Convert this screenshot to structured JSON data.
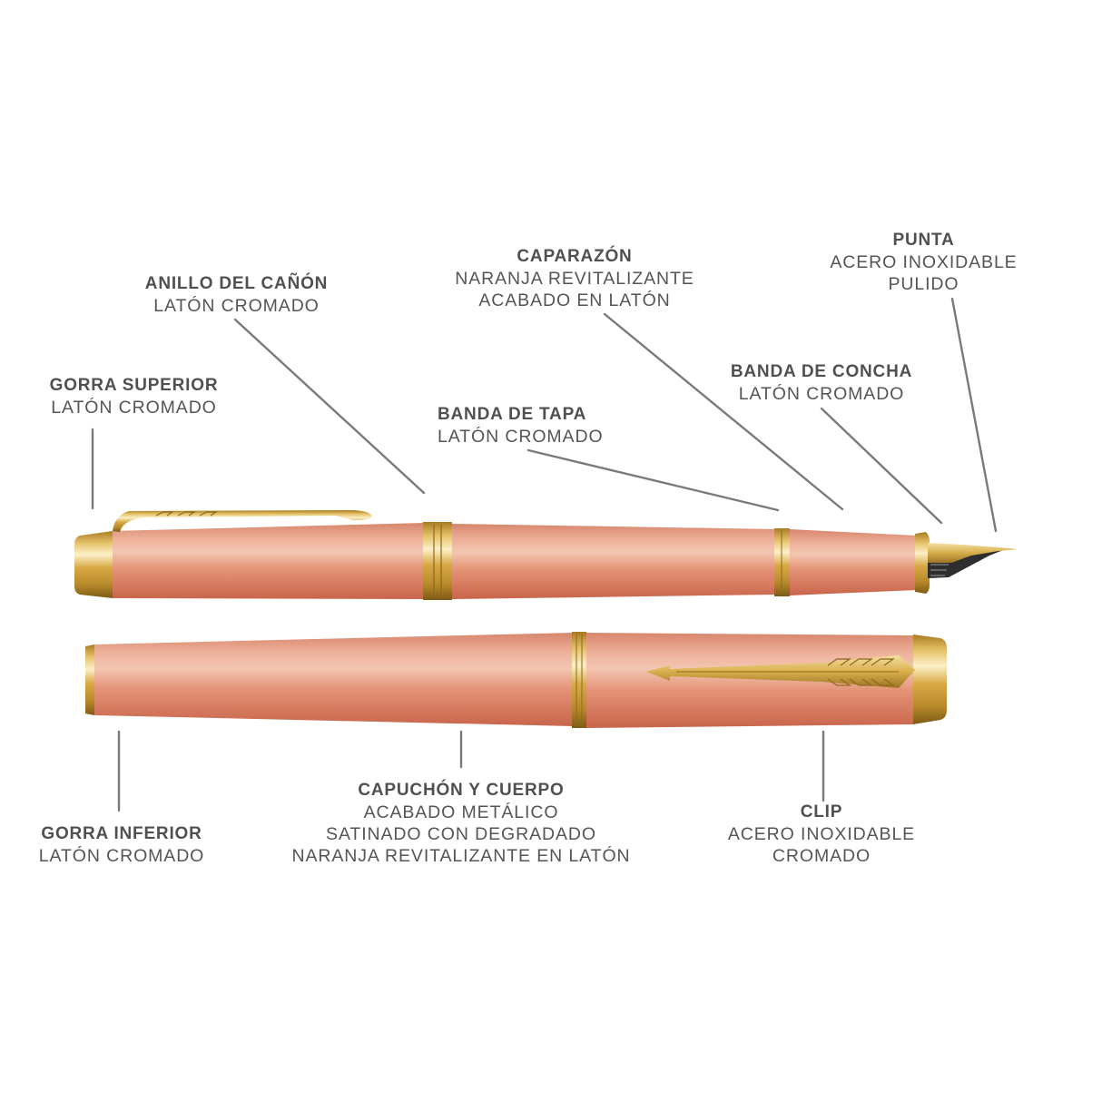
{
  "diagram": {
    "subject": "Pluma estilográfica - anatomía",
    "colors": {
      "text": "#555555",
      "leader_line": "#7a7a7a",
      "barrel": "#e0876f",
      "barrel_highlight": "#f2c1ac",
      "barrel_shadow": "#c86a52",
      "gold": "#d9a93c",
      "gold_light": "#f6e2a0",
      "gold_dark": "#8f6a1c",
      "feed": "#2e2e2e"
    },
    "labels": [
      {
        "id": "anillo",
        "title": "ANILLO DEL CAÑÓN",
        "lines": [
          "LATÓN CROMADO"
        ]
      },
      {
        "id": "gorra_superior",
        "title": "GORRA SUPERIOR",
        "lines": [
          "LATÓN CROMADO"
        ]
      },
      {
        "id": "caparazon",
        "title": "CAPARAZÓN",
        "lines": [
          "NARANJA REVITALIZANTE",
          "ACABADO EN LATÓN"
        ]
      },
      {
        "id": "banda_tapa",
        "title": "BANDA DE TAPA",
        "lines": [
          "LATÓN CROMADO"
        ]
      },
      {
        "id": "banda_concha",
        "title": "BANDA DE CONCHA",
        "lines": [
          "LATÓN CROMADO"
        ]
      },
      {
        "id": "punta",
        "title": "PUNTA",
        "lines": [
          "ACERO INOXIDABLE",
          "PULIDO"
        ]
      },
      {
        "id": "gorra_inferior",
        "title": "GORRA INFERIOR",
        "lines": [
          "LATÓN CROMADO"
        ]
      },
      {
        "id": "capuchon",
        "title": "CAPUCHÓN Y CUERPO",
        "lines": [
          "ACABADO METÁLICO",
          "SATINADO CON DEGRADADO",
          "NARANJA REVITALIZANTE EN LATÓN"
        ]
      },
      {
        "id": "clip",
        "title": "CLIP",
        "lines": [
          "ACERO INOXIDABLE",
          "CROMADO"
        ]
      }
    ]
  }
}
